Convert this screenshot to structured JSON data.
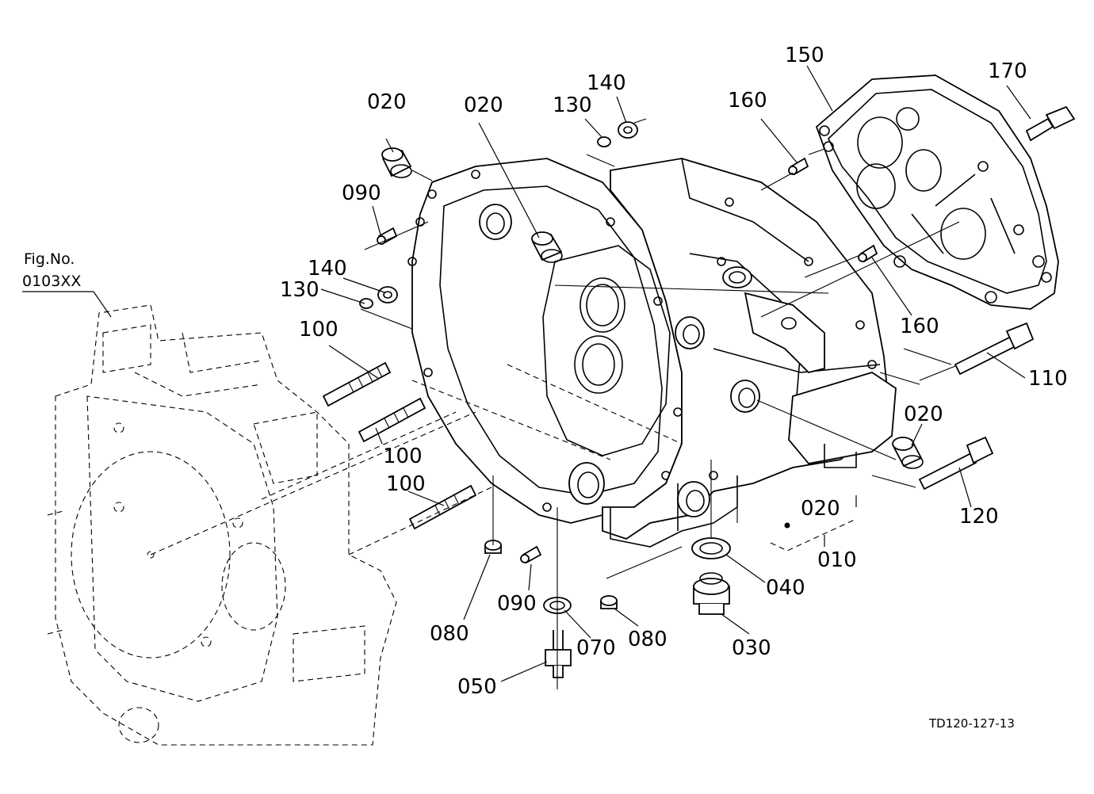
{
  "figure_ref": {
    "line1": "Fig.No.",
    "line2": "0103XX"
  },
  "drawing_code": "TD120-127-13",
  "labels": {
    "p020_a": "020",
    "p020_b": "020",
    "p020_c": "020",
    "p020_d": "020",
    "p130_a": "130",
    "p130_b": "130",
    "p140_a": "140",
    "p140_b": "140",
    "p150": "150",
    "p160_a": "160",
    "p160_b": "160",
    "p170": "170",
    "p090_a": "090",
    "p090_b": "090",
    "p100_a": "100",
    "p100_b": "100",
    "p100_c": "100",
    "p110": "110",
    "p120": "120",
    "p010": "010",
    "p040": "040",
    "p030": "030",
    "p080_a": "080",
    "p080_b": "080",
    "p070": "070",
    "p050": "050"
  }
}
